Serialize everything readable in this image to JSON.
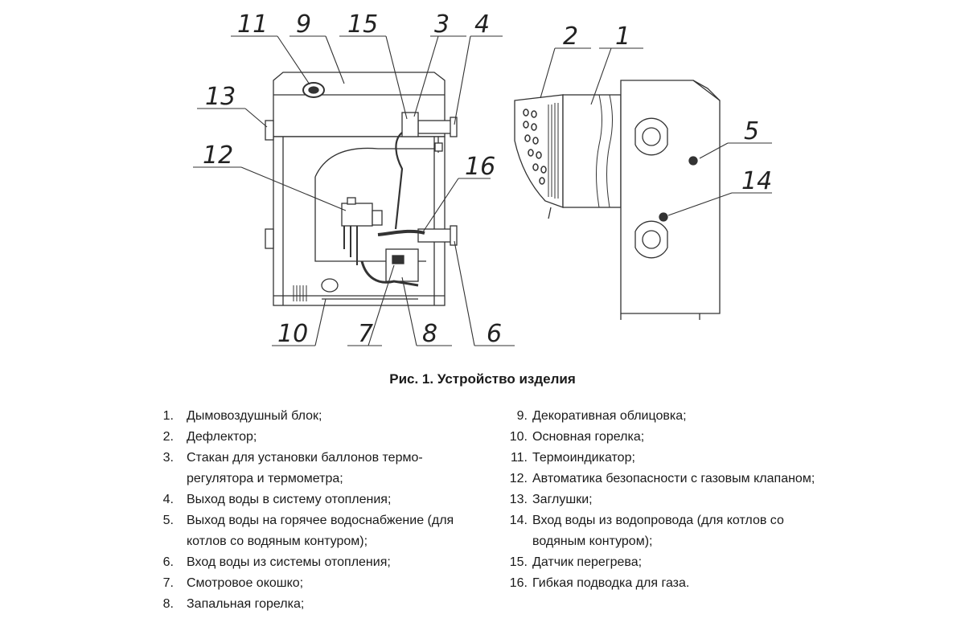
{
  "corner_text": "",
  "callouts": [
    "11",
    "9",
    "15",
    "3",
    "4",
    "13",
    "12",
    "16",
    "10",
    "7",
    "8",
    "6",
    "2",
    "1",
    "5",
    "14"
  ],
  "caption": "Рис. 1. Устройство изделия",
  "legend_left": [
    {
      "num": "1.",
      "text": "Дымовоздушный блок;"
    },
    {
      "num": "2.",
      "text": "Дефлектор;"
    },
    {
      "num": "3.",
      "text": "Стакан для установки баллонов термо-регулятора и термометра;"
    },
    {
      "num": "4.",
      "text": "Выход воды в систему отопления;"
    },
    {
      "num": "5.",
      "text": "Выход воды на горячее водоснабжение (для котлов со водяным контуром);"
    },
    {
      "num": "6.",
      "text": "Вход воды из системы отопления;"
    },
    {
      "num": "7.",
      "text": "Смотровое окошко;"
    },
    {
      "num": "8.",
      "text": "Запальная горелка;"
    }
  ],
  "legend_right": [
    {
      "num": "9.",
      "text": "Декоративная облицовка;"
    },
    {
      "num": "10.",
      "text": "Основная горелка;"
    },
    {
      "num": "11.",
      "text": "Термоиндикатор;"
    },
    {
      "num": "12.",
      "text": "Автоматика безопасности с газовым клапаном;"
    },
    {
      "num": "13.",
      "text": "Заглушки;"
    },
    {
      "num": "14.",
      "text": "Вход воды из водопровода (для котлов со водяным контуром);"
    },
    {
      "num": "15.",
      "text": "Датчик перегрева;"
    },
    {
      "num": "16.",
      "text": "Гибкая подводка для газа."
    }
  ]
}
